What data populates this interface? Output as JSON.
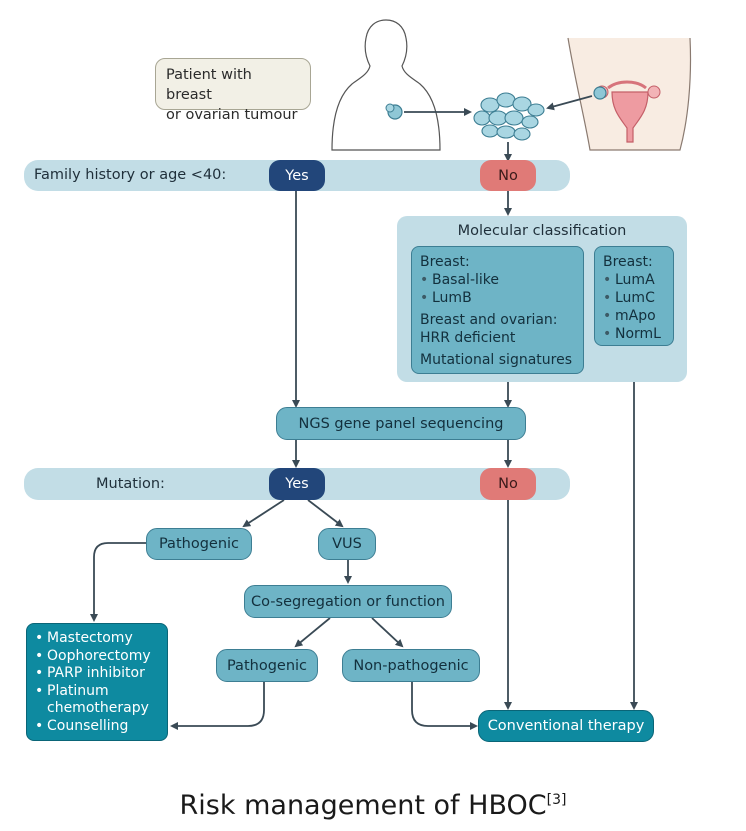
{
  "patient": {
    "line1": "Patient with breast",
    "line2": "or ovarian tumour"
  },
  "family_history": {
    "label": "Family history or age <40:",
    "yes": "Yes",
    "no": "No"
  },
  "molecular": {
    "title": "Molecular classification",
    "left": {
      "breast_heading": "Breast:",
      "breast_items": [
        "Basal-like",
        "LumB"
      ],
      "ovarian_heading1": "Breast and ovarian:",
      "ovarian_heading2": "HRR deficient",
      "signatures": "Mutational signatures"
    },
    "right": {
      "heading": "Breast:",
      "items": [
        "LumA",
        "LumC",
        "mApo",
        "NormL"
      ]
    }
  },
  "ngs": {
    "label": "NGS gene panel sequencing"
  },
  "mutation": {
    "label": "Mutation:",
    "yes": "Yes",
    "no": "No"
  },
  "pathogenic1": "Pathogenic",
  "vus": "VUS",
  "coseg": "Co-segregation or function",
  "pathogenic2": "Pathogenic",
  "non_pathogenic": "Non-pathogenic",
  "treatment": {
    "items": [
      "Mastectomy",
      "Oophorectomy",
      "PARP inhibitor",
      "Platinum chemotherapy",
      "Counselling"
    ]
  },
  "conventional": "Conventional therapy",
  "caption": {
    "text": "Risk management of HBOC",
    "ref": "[3]"
  },
  "colors": {
    "band": "#c2dde6",
    "yes": "#22467a",
    "no": "#e07a77",
    "node": "#6eb4c6",
    "dark_node": "#0e8aa0",
    "arrow": "#3a4a55"
  }
}
